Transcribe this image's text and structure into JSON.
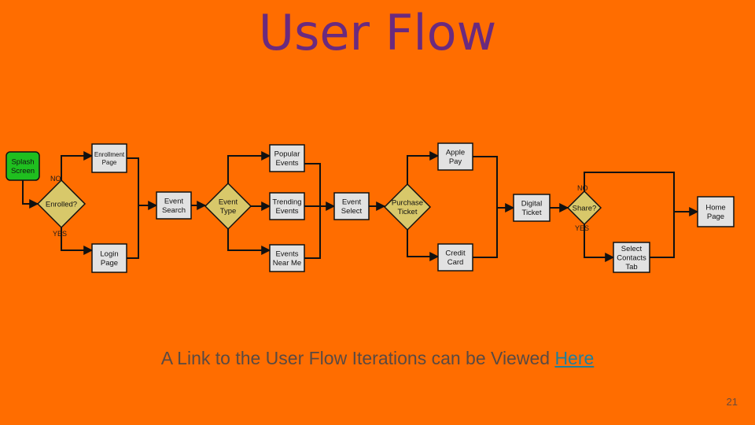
{
  "slide": {
    "title": "User Flow",
    "caption_text": "A Link to the User Flow Iterations can be Viewed ",
    "caption_link": "Here",
    "page_number": "21"
  },
  "colors": {
    "background": "#FF6D00",
    "title": "#6A2A7E",
    "start_fill": "#1FBF1F",
    "process_fill": "#E2E2E2",
    "decision_fill": "#D8C86A",
    "edge": "#111111",
    "link": "#1F7F9C"
  },
  "flow": {
    "nodes": [
      {
        "id": "splash",
        "type": "start",
        "lines": [
          "Splash",
          "Screen"
        ]
      },
      {
        "id": "enrolled",
        "type": "decision",
        "lines": [
          "Enrolled?"
        ]
      },
      {
        "id": "enrollment",
        "type": "process",
        "lines": [
          "Enrollment",
          "Page"
        ]
      },
      {
        "id": "login",
        "type": "process",
        "lines": [
          "Login",
          "Page"
        ]
      },
      {
        "id": "event_search",
        "type": "process",
        "lines": [
          "Event",
          "Search"
        ]
      },
      {
        "id": "event_type",
        "type": "decision",
        "lines": [
          "Event",
          "Type"
        ]
      },
      {
        "id": "popular",
        "type": "process",
        "lines": [
          "Popular",
          "Events"
        ]
      },
      {
        "id": "trending",
        "type": "process",
        "lines": [
          "Trending",
          "Events"
        ]
      },
      {
        "id": "near_me",
        "type": "process",
        "lines": [
          "Events",
          "Near Me"
        ]
      },
      {
        "id": "event_select",
        "type": "process",
        "lines": [
          "Event",
          "Select"
        ]
      },
      {
        "id": "purchase",
        "type": "decision",
        "lines": [
          "Purchase",
          "Ticket"
        ]
      },
      {
        "id": "apple_pay",
        "type": "process",
        "lines": [
          "Apple",
          "Pay"
        ]
      },
      {
        "id": "credit_card",
        "type": "process",
        "lines": [
          "Credit",
          "Card"
        ]
      },
      {
        "id": "digital_ticket",
        "type": "process",
        "lines": [
          "Digital",
          "Ticket"
        ]
      },
      {
        "id": "share",
        "type": "decision",
        "lines": [
          "Share?"
        ]
      },
      {
        "id": "contacts_tab",
        "type": "process",
        "lines": [
          "Select",
          "Contacts",
          "Tab"
        ]
      },
      {
        "id": "home",
        "type": "process",
        "lines": [
          "Home",
          "Page"
        ]
      }
    ],
    "edges": [
      {
        "from": "splash",
        "to": "enrolled"
      },
      {
        "from": "enrolled",
        "to": "enrollment",
        "label": "NO"
      },
      {
        "from": "enrolled",
        "to": "login",
        "label": "YES"
      },
      {
        "from": "enrollment",
        "to": "event_search"
      },
      {
        "from": "login",
        "to": "event_search"
      },
      {
        "from": "event_search",
        "to": "event_type"
      },
      {
        "from": "event_type",
        "to": "popular"
      },
      {
        "from": "event_type",
        "to": "trending"
      },
      {
        "from": "event_type",
        "to": "near_me"
      },
      {
        "from": "popular",
        "to": "event_select"
      },
      {
        "from": "trending",
        "to": "event_select"
      },
      {
        "from": "near_me",
        "to": "event_select"
      },
      {
        "from": "event_select",
        "to": "purchase"
      },
      {
        "from": "purchase",
        "to": "apple_pay"
      },
      {
        "from": "purchase",
        "to": "credit_card"
      },
      {
        "from": "apple_pay",
        "to": "digital_ticket"
      },
      {
        "from": "credit_card",
        "to": "digital_ticket"
      },
      {
        "from": "digital_ticket",
        "to": "share"
      },
      {
        "from": "share",
        "to": "home",
        "label": "NO"
      },
      {
        "from": "share",
        "to": "contacts_tab",
        "label": "YES"
      },
      {
        "from": "contacts_tab",
        "to": "home"
      }
    ]
  }
}
